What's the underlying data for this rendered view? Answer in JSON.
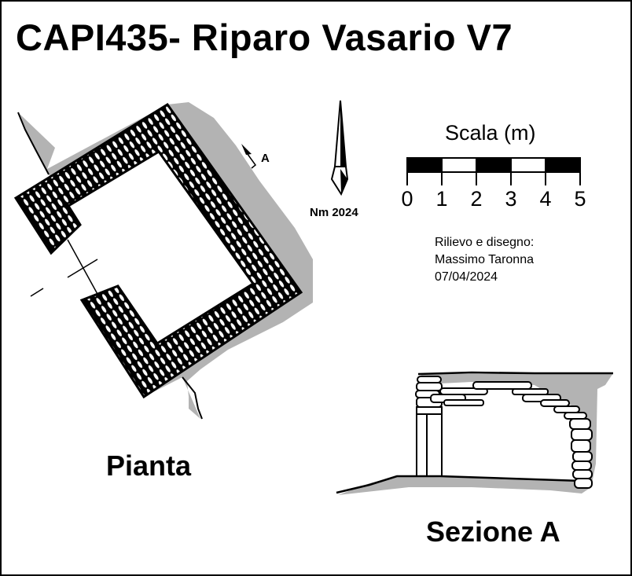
{
  "title": "CAPI435- Riparo Vasario V7",
  "plan_label": "Pianta",
  "section_label": "Sezione A",
  "section_marker": "A",
  "north_arrow": {
    "label": "Nm 2024"
  },
  "scale": {
    "title": "Scala (m)",
    "ticks": [
      "0",
      "1",
      "2",
      "3",
      "4",
      "5"
    ]
  },
  "credits": [
    "Rilievo e disegno:",
    "Massimo Taronna",
    "07/04/2024"
  ],
  "colors": {
    "rock": "#b3b3b3",
    "ink": "#000000"
  }
}
